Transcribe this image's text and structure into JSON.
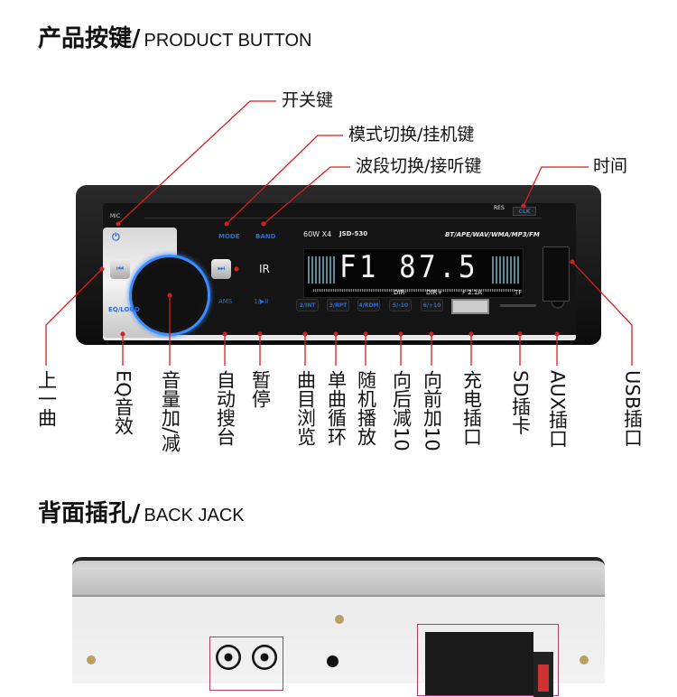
{
  "product_section": {
    "title_cn": "产品按键/",
    "title_en": "PRODUCT BUTTON"
  },
  "top_callouts": {
    "power": "开关键",
    "mode": "模式切换/挂机键",
    "band": "波段切换/接听键",
    "clock": "时间"
  },
  "radio": {
    "mic": "MIC",
    "mode": "MODE",
    "band": "BAND",
    "res": "RES",
    "clk": "CLK",
    "power_spec": "60W X4",
    "model": "JSD-530",
    "formats": "BT/APE/WAV/WMA/MP3/FM",
    "display": "F1 87.5",
    "ir": "IR",
    "eq_loud": "EQ/LOUD",
    "ams": "AMS",
    "pause": "1/▶II",
    "buttons": [
      "2/INT",
      "3/RPT",
      "4/RDM",
      "5/-10",
      "6/+10"
    ],
    "dir_minus": "DIR-",
    "dir_plus": "DIR+",
    "usb_charge": "⚡ 2.1A",
    "tf": "TF"
  },
  "bottom_labels": [
    "上一曲",
    "EQ音效",
    "音量加/减",
    "自动搜台",
    "暂停",
    "曲目浏览",
    "单曲循环",
    "随机播放",
    "向后减10",
    "向前加10",
    "充电插口",
    "SD插卡",
    "AUX插口",
    "USB插口"
  ],
  "back_section": {
    "title_cn": "背面插孔/",
    "title_en": "BACK JACK"
  },
  "colors": {
    "leader": "#d61f1f",
    "accent_blue": "#2a6ccf"
  }
}
